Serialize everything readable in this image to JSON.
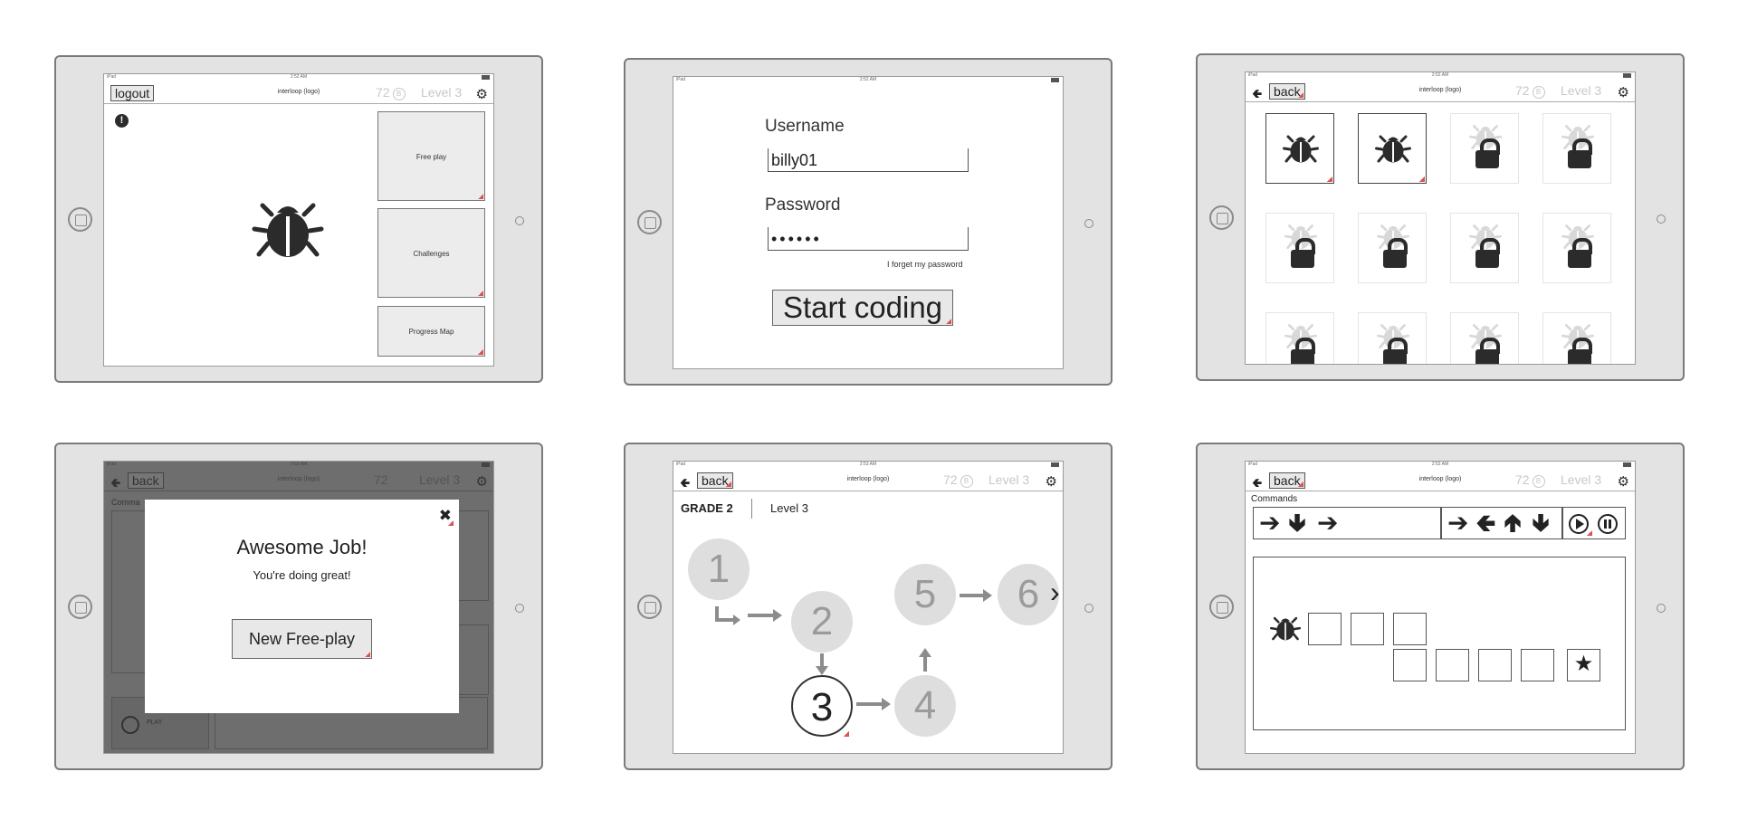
{
  "status": {
    "carrier": "iPad",
    "times": [
      "2:52 AM",
      "2:52 AM",
      "2:52 AM",
      "2:52 AM",
      "2:53 AM",
      "2:52 AM"
    ]
  },
  "header": {
    "logo_text": "interloop (logo)",
    "score": "72",
    "coin_symbol": "B",
    "level": "Level 3",
    "logout_label": "logout",
    "back_label": "back"
  },
  "home": {
    "free_play": "Free play",
    "challenges": "Challenges",
    "progress_map": "Progress Map",
    "alert_symbol": "!"
  },
  "login": {
    "username_label": "Username",
    "username_value": "billy01",
    "password_label": "Password",
    "password_value": "••••••",
    "forgot_link": "I forget my password",
    "submit_label": "Start coding"
  },
  "modal": {
    "title": "Awesome Job!",
    "subtitle": "You're doing great!",
    "button_label": "New Free-play",
    "close_symbol": "✖",
    "bg_commands": "Comma",
    "bg_play": "PLAY"
  },
  "progress": {
    "grade": "GRADE 2",
    "level": "Level 3",
    "nodes": [
      "1",
      "2",
      "3",
      "4",
      "5",
      "6"
    ],
    "next_symbol": "›"
  },
  "editor": {
    "commands_label": "Commands",
    "program_cmds": [
      "➔",
      "🢃",
      "➔"
    ],
    "palette_cmds": [
      "➔",
      "🢀",
      "🢁",
      "🢃"
    ]
  },
  "icons": {
    "bug": "bug-icon",
    "gear": "⚙",
    "back": "🢀",
    "lock": "lock-icon",
    "star": "★"
  }
}
